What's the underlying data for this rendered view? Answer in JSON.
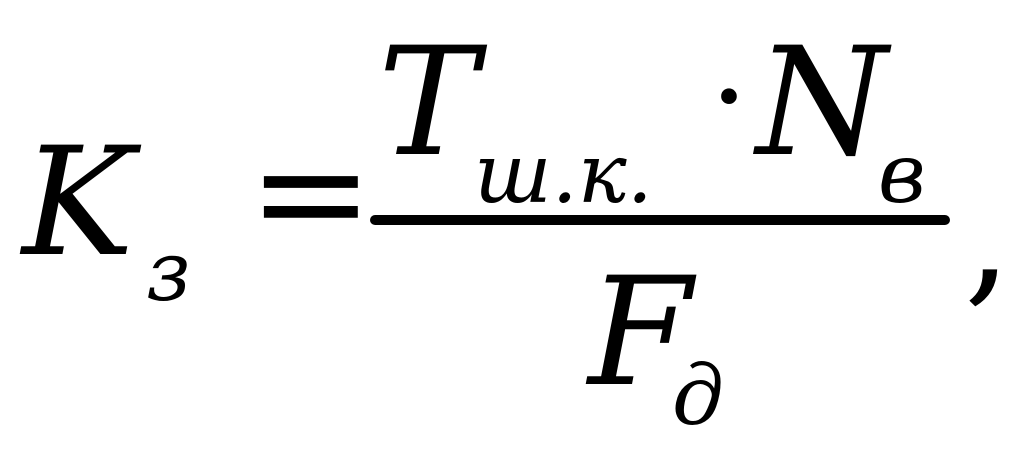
{
  "formula": {
    "lhs": {
      "symbol": "K",
      "subscript": "з"
    },
    "relation": "=",
    "numerator": {
      "term1": {
        "symbol": "T",
        "subscript": "ш.к."
      },
      "operator": "·",
      "term2": {
        "symbol": "N",
        "subscript": "в"
      }
    },
    "denominator": {
      "symbol": "F",
      "subscript": "д"
    },
    "trailing_punctuation": ","
  },
  "colors": {
    "text": "#000000",
    "background": "#ffffff"
  }
}
